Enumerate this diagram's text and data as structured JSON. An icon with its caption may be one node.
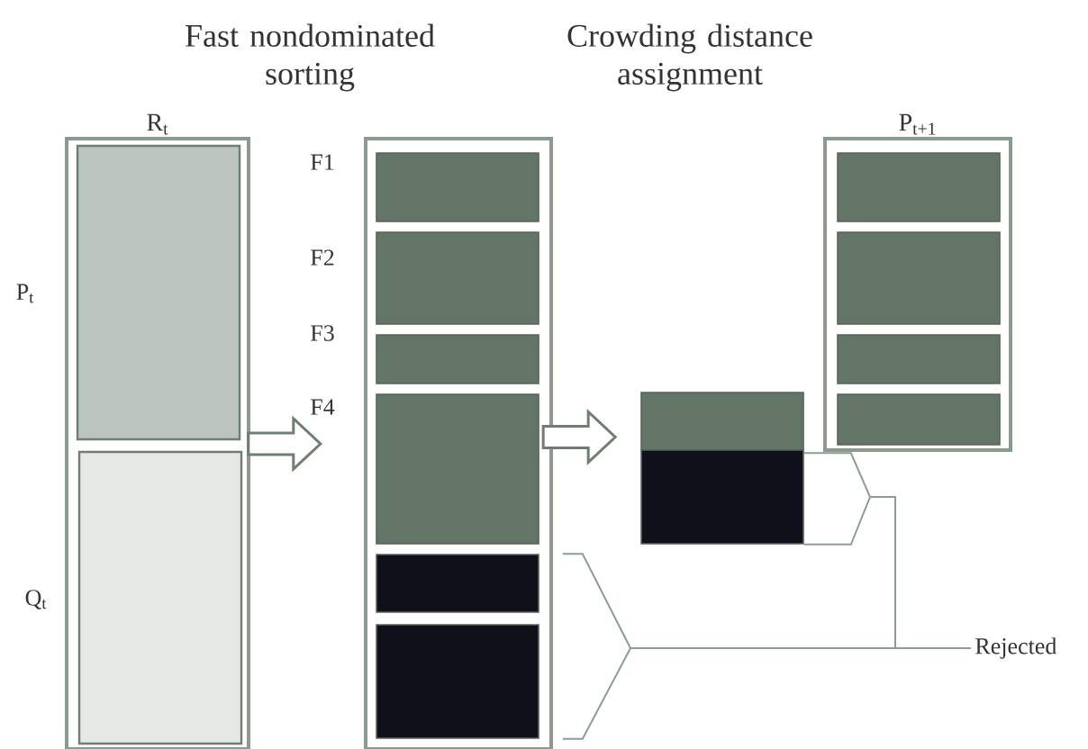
{
  "diagram": {
    "nodes": [
      {
        "text": [
          "R$_{t}$"
        ]
      },
      {
        "text": [],
        "shape": "box",
        "in": 0,
        "beside": [
          "P$_{t}$"
        ]
      },
      {
        "text": [],
        "shape": "box",
        "in": 0,
        "beside": [
          "Q$_{t}$"
        ]
      },
      {
        "text": [],
        "shape": "box"
      },
      {
        "text": [],
        "shape": "box",
        "in": 3,
        "beside": [
          "F1"
        ]
      },
      {
        "text": [],
        "shape": "box",
        "in": 3,
        "beside": [
          "F2"
        ]
      },
      {
        "text": [],
        "shape": "box",
        "in": 3,
        "beside": [
          "F3"
        ]
      },
      {
        "text": [],
        "shape": "box",
        "in": 3,
        "beside": [
          "F4"
        ]
      },
      {
        "text": [],
        "shape": "box",
        "in": 3
      },
      {
        "text": [],
        "shape": "box",
        "in": 3
      },
      {
        "text": [],
        "shape": "box"
      },
      {
        "text": [],
        "shape": "box"
      },
      {
        "text": [
          "P$_{t+1}$"
        ]
      },
      {
        "text": [],
        "shape": "box",
        "in": 12
      },
      {
        "text": [],
        "shape": "box",
        "in": 12
      },
      {
        "text": [],
        "shape": "box",
        "in": 12
      },
      {
        "text": [],
        "shape": "box",
        "in": 12
      },
      {
        "text": [
          "Rejected"
        ]
      }
    ],
    "edges": [
      {
        "from": 0,
        "to": 3,
        "arrow": "to"
      },
      {
        "from": 3,
        "to": 10,
        "arrow": "to"
      },
      {
        "from": 8,
        "to": 17,
        "arrow": "none"
      },
      {
        "from": 9,
        "to": 17,
        "arrow": "none"
      },
      {
        "from": 11,
        "to": 17,
        "arrow": "none"
      }
    ],
    "labels": [
      "Fast nondominated sorting",
      "Crowding distance assignment"
    ]
  }
}
